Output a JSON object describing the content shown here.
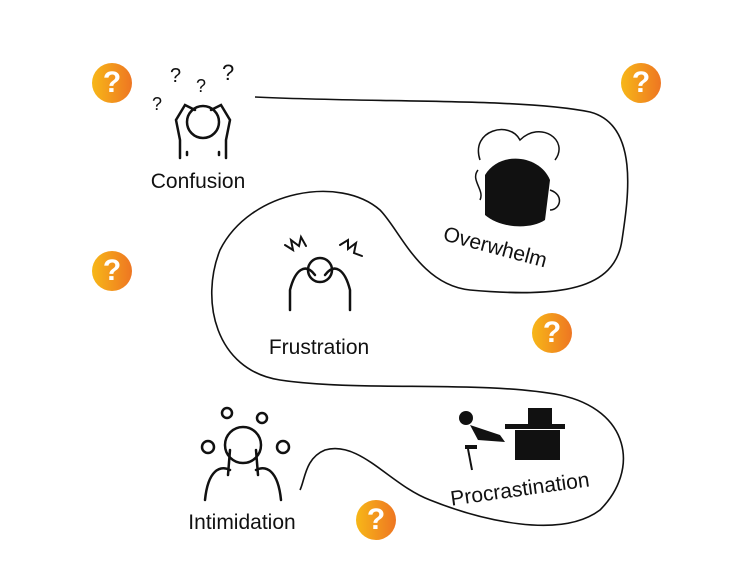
{
  "colors": {
    "badge_start": "#f7b718",
    "badge_end": "#ee7622",
    "stroke": "#111111"
  },
  "badge_symbol": "?",
  "stages": [
    {
      "label": "Confusion",
      "icon": "confused-person-icon"
    },
    {
      "label": "Overwhelm",
      "icon": "tangled-fist-icon"
    },
    {
      "label": "Frustration",
      "icon": "frustrated-person-icon"
    },
    {
      "label": "Procrastination",
      "icon": "reclining-person-desk-icon"
    },
    {
      "label": "Intimidation",
      "icon": "stressed-person-icon"
    }
  ]
}
